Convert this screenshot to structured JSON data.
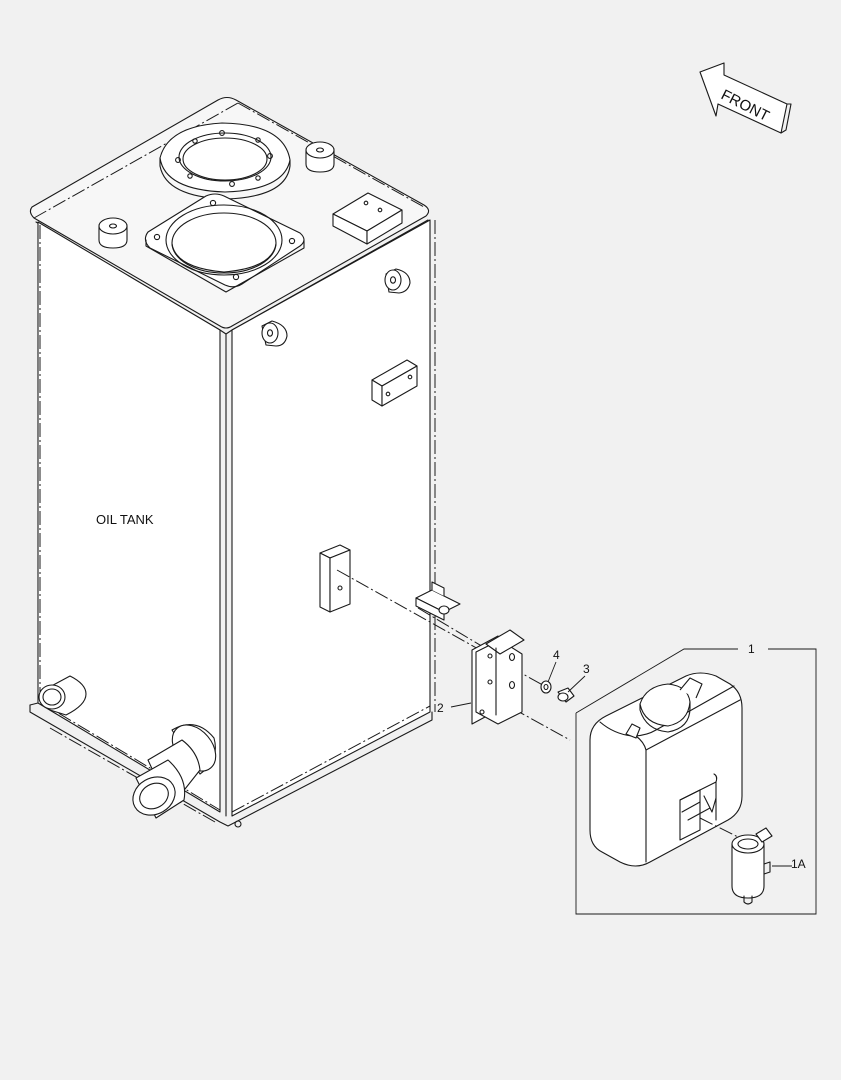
{
  "labels": {
    "front": "FRONT",
    "oil_tank": "OIL TANK",
    "callout_1": "1",
    "callout_1a": "1A",
    "callout_2": "2",
    "callout_3": "3",
    "callout_4": "4"
  }
}
